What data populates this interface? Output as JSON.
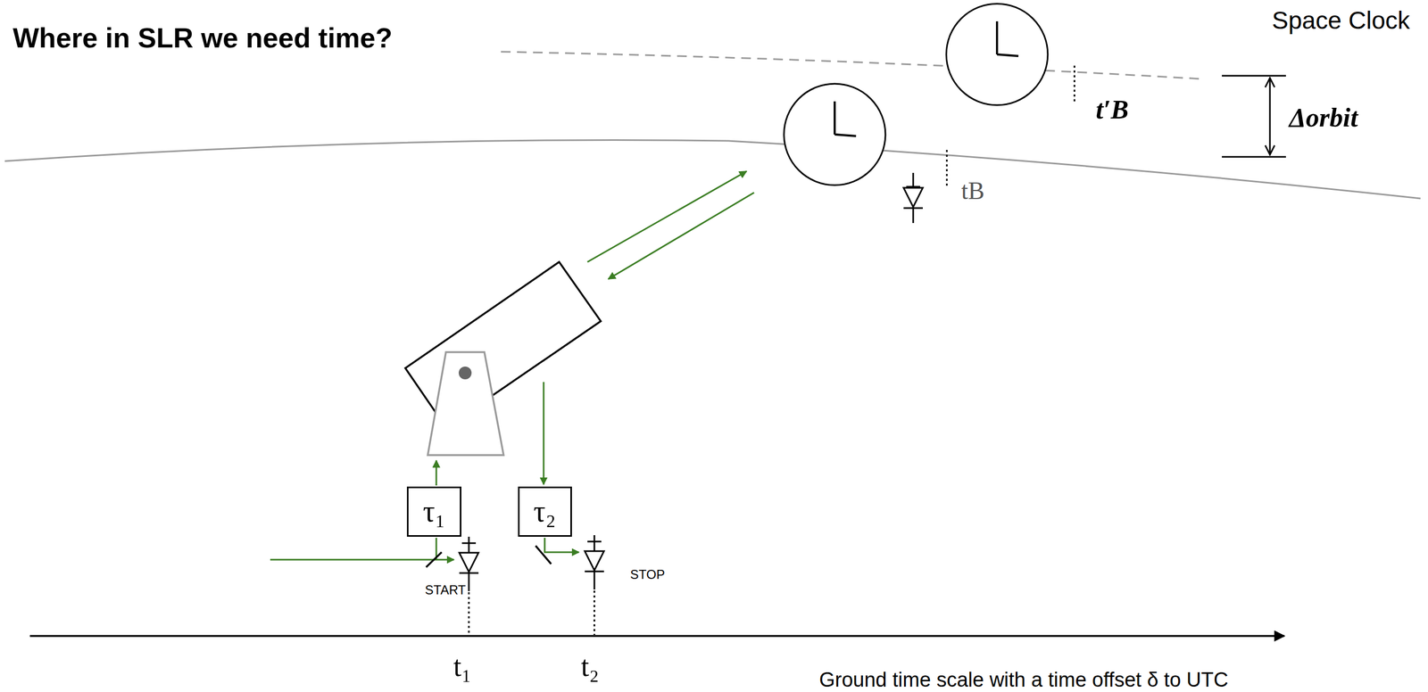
{
  "diagram": {
    "title": "Where in SLR we need time?",
    "nodes": [
      {
        "text": [
          "τ₁"
        ]
      },
      {
        "text": [
          "τ₂"
        ]
      }
    ],
    "labels": [
      "Space Clock",
      "t′B",
      "Δorbit",
      "tB",
      "START",
      "STOP",
      "t₁",
      "t₂",
      "Ground time scale with a time offset δ to UTC"
    ]
  }
}
